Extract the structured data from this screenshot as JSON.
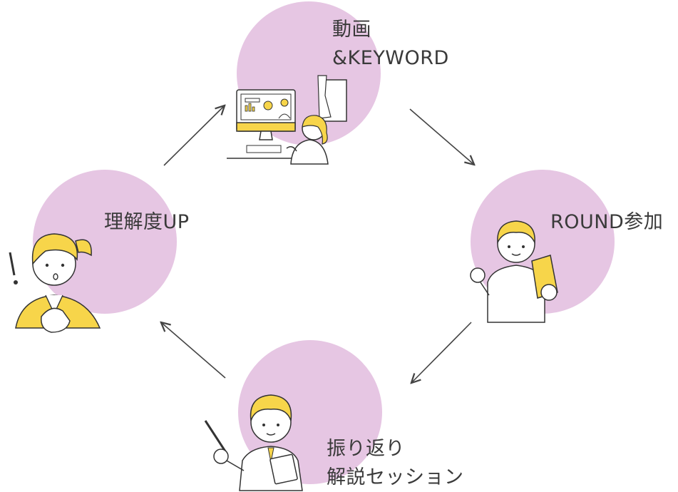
{
  "diagram": {
    "type": "cycle",
    "colors": {
      "circle": "#e6c6e3",
      "accent_yellow": "#f7d54a",
      "line": "#333333",
      "arrow": "#444444"
    },
    "steps": [
      {
        "id": "video",
        "label_lines": [
          "動画",
          "&KEYWORD"
        ],
        "icon": "person-watching-video-icon"
      },
      {
        "id": "round",
        "label_lines": [
          "ROUND参加"
        ],
        "icon": "person-holding-card-icon"
      },
      {
        "id": "review",
        "label_lines": [
          "振り返り",
          "解説セッション"
        ],
        "icon": "teacher-with-pointer-icon"
      },
      {
        "id": "understanding",
        "label_lines": [
          "理解度UP"
        ],
        "icon": "surprised-woman-icon"
      }
    ],
    "flow": [
      "video",
      "round",
      "review",
      "understanding",
      "video"
    ]
  }
}
